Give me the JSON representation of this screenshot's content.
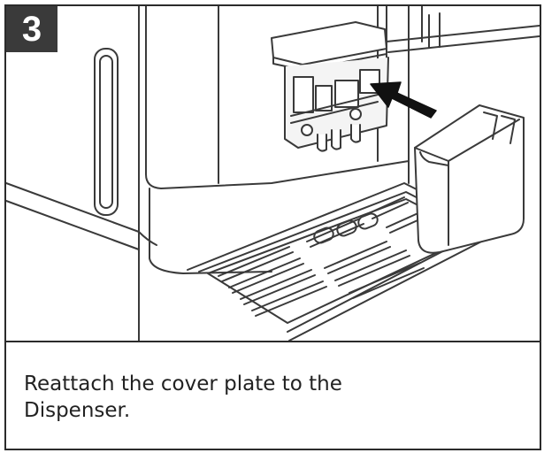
{
  "step": {
    "number": "3"
  },
  "instruction": {
    "text": "Reattach the cover plate to the\nDispenser."
  },
  "illustration": {
    "subject": "coffee machine dispenser with drip tray and detached cover plate",
    "arrow_color": "#111111",
    "line_color": "#3a3a3a"
  }
}
